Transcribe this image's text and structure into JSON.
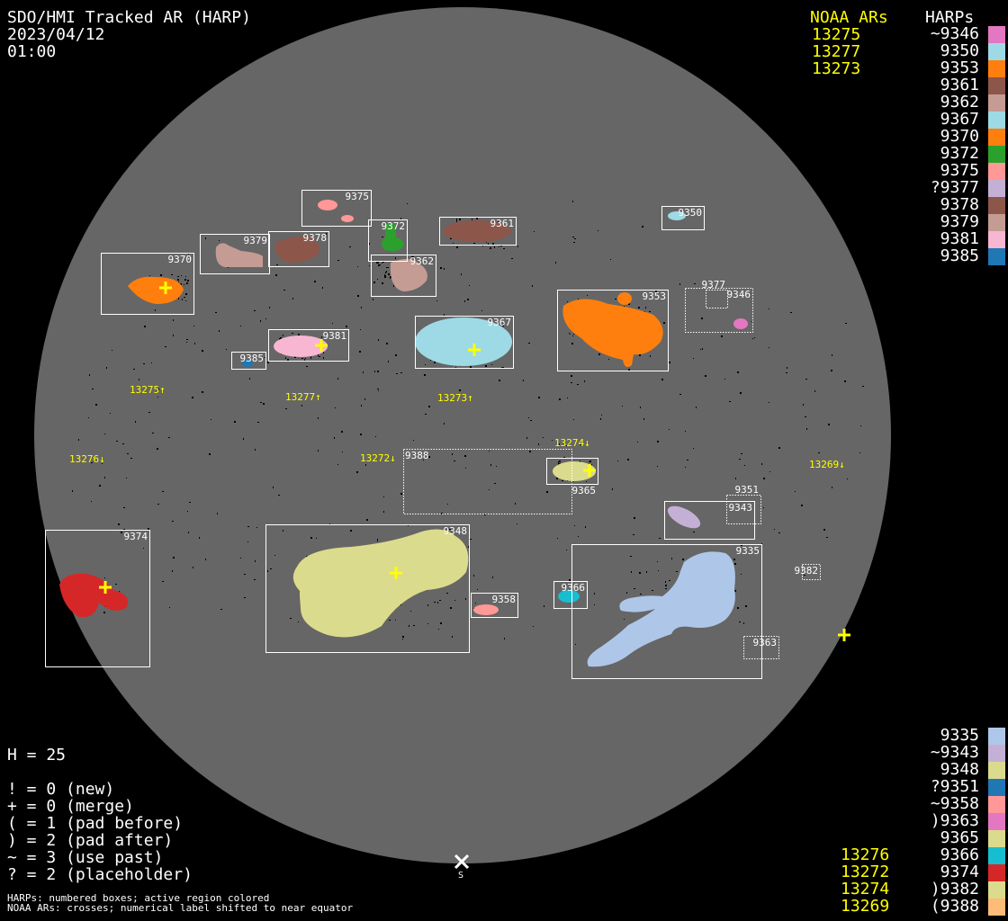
{
  "header": {
    "title": "SDO/HMI Tracked AR (HARP)",
    "date": "2023/04/12",
    "time": "01:00"
  },
  "noaa_header": "NOAA ARs",
  "harps_header": "HARPs",
  "noaa_top": [
    "13275",
    "13277",
    "13273"
  ],
  "noaa_bottom": [
    "13276",
    "13272",
    "13274",
    "13269"
  ],
  "harps_top": [
    {
      "label": "~9346",
      "color": "#e377c2"
    },
    {
      "label": "9350",
      "color": "#9edae5"
    },
    {
      "label": "9353",
      "color": "#ff7f0e"
    },
    {
      "label": "9361",
      "color": "#8c564b"
    },
    {
      "label": "9362",
      "color": "#c49c94"
    },
    {
      "label": "9367",
      "color": "#9edae5"
    },
    {
      "label": "9370",
      "color": "#ff7f0e"
    },
    {
      "label": "9372",
      "color": "#2ca02c"
    },
    {
      "label": "9375",
      "color": "#ff9896"
    },
    {
      "label": "?9377",
      "color": "#c5b0d5"
    },
    {
      "label": "9378",
      "color": "#8c564b"
    },
    {
      "label": "9379",
      "color": "#c49c94"
    },
    {
      "label": "9381",
      "color": "#f7b6d2"
    },
    {
      "label": "9385",
      "color": "#1f77b4"
    }
  ],
  "harps_bottom": [
    {
      "label": "9335",
      "color": "#aec7e8"
    },
    {
      "label": "~9343",
      "color": "#c5b0d5"
    },
    {
      "label": "9348",
      "color": "#dbdb8d"
    },
    {
      "label": "?9351",
      "color": "#1f77b4"
    },
    {
      "label": "~9358",
      "color": "#ff9896"
    },
    {
      "label": ")9363",
      "color": "#e377c2"
    },
    {
      "label": "9365",
      "color": "#dbdb8d"
    },
    {
      "label": "9366",
      "color": "#17becf"
    },
    {
      "label": "9374",
      "color": "#d62728"
    },
    {
      "label": ")9382",
      "color": "#dbdb8d"
    },
    {
      "label": "(9388",
      "color": "#ffbb78"
    }
  ],
  "stats": {
    "h": "H = 25",
    "lines": [
      "! = 0 (new)",
      "+ = 0 (merge)",
      "( = 1 (pad before)",
      ") = 2 (pad after)",
      "~ = 3 (use past)",
      "? = 2 (placeholder)"
    ]
  },
  "footnotes": [
    "HARPs: numbered boxes; active region colored",
    "NOAA ARs: crosses; numerical label shifted to near equator"
  ],
  "south_label": "S",
  "disk": {
    "harp_boxes": [
      {
        "id": "9375",
        "style": "solid"
      },
      {
        "id": "9372",
        "style": "solid"
      },
      {
        "id": "9361",
        "style": "solid"
      },
      {
        "id": "9350",
        "style": "solid"
      },
      {
        "id": "9379",
        "style": "solid"
      },
      {
        "id": "9378",
        "style": "solid"
      },
      {
        "id": "9362",
        "style": "solid"
      },
      {
        "id": "9370",
        "style": "solid"
      },
      {
        "id": "9353",
        "style": "solid"
      },
      {
        "id": "9346",
        "style": "dotted"
      },
      {
        "id": "9377",
        "style": "dotted"
      },
      {
        "id": "9381",
        "style": "solid"
      },
      {
        "id": "9367",
        "style": "solid"
      },
      {
        "id": "9385",
        "style": "solid"
      },
      {
        "id": "9388",
        "style": "dotted"
      },
      {
        "id": "9365",
        "style": "solid"
      },
      {
        "id": "9343",
        "style": "solid"
      },
      {
        "id": "9351",
        "style": "dotted"
      },
      {
        "id": "9374",
        "style": "solid"
      },
      {
        "id": "9348",
        "style": "solid"
      },
      {
        "id": "9358",
        "style": "solid"
      },
      {
        "id": "9366",
        "style": "solid"
      },
      {
        "id": "9335",
        "style": "solid"
      },
      {
        "id": "9382",
        "style": "dotted"
      },
      {
        "id": "9363",
        "style": "dotted"
      }
    ],
    "noaa_labels": [
      "13275↑",
      "13277↑",
      "13273↑",
      "13274↓",
      "13272↓",
      "13276↓",
      "13269↓"
    ]
  }
}
